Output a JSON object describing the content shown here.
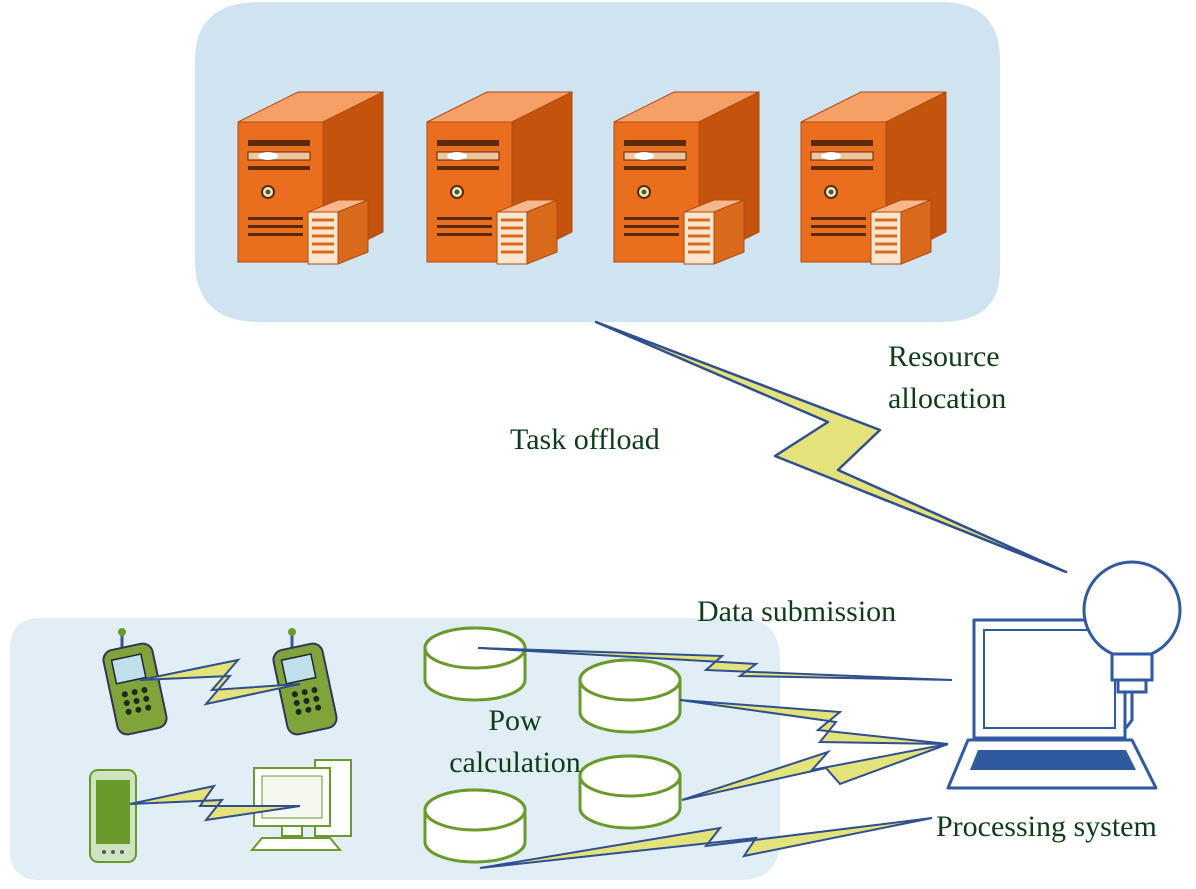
{
  "labels": {
    "resource_allocation": [
      "Resource",
      "allocation"
    ],
    "task_offload": "Task offload",
    "data_submission": "Data submission",
    "pow_calculation": [
      "Pow",
      "calculation"
    ],
    "processing_system": "Processing system"
  },
  "nodes": {
    "cloud_servers": {
      "count": 4
    },
    "mining_disks": {
      "count": 4
    }
  },
  "colors": {
    "cloud_region": "#cfe3f0",
    "edge_region": "#e2eef6",
    "server_front": "#e96e1e",
    "server_side": "#c4530e",
    "server_top": "#f5a066",
    "lightning_fill": "#e4e27a",
    "lightning_stroke": "#2f4f8f",
    "disk_stroke": "#6a9a2c",
    "laptop_stroke": "#2f5aa0",
    "text": "#0f3d18"
  }
}
